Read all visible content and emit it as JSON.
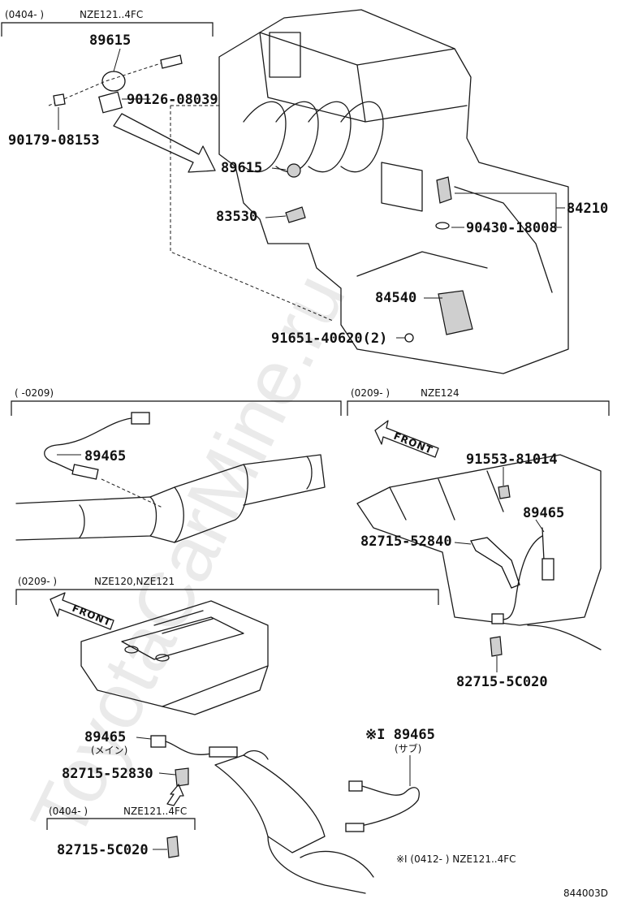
{
  "watermark": "ToyotaCarMine.ru",
  "drawing_code": "844003D",
  "sections": {
    "top": {
      "period": "(0404-      )",
      "models": "NZE121..4FC"
    },
    "mid_left": {
      "period": "(     -0209)"
    },
    "mid_right": {
      "period": "(0209-     )",
      "models": "NZE124"
    },
    "bottom": {
      "period": "(0209-     )",
      "models": "NZE120,NZE121"
    },
    "bottom_inner": {
      "period": "(0404-     )",
      "models": "NZE121..4FC"
    }
  },
  "front_label": "FRONT",
  "parts": {
    "p89615_a": "89615",
    "p90126": "90126-08039",
    "p90179": "90179-08153",
    "p89615_b": "89615",
    "p83530": "83530",
    "p84210": "84210",
    "p90430": "90430-18008",
    "p84540": "84540",
    "p91651": "91651-40620(2)",
    "p89465_midleft": "89465",
    "p91553": "91553-81014",
    "p89465_midright": "89465",
    "p82715_52840": "82715-52840",
    "p82715_5c020_right": "82715-5C020",
    "p89465_main": "89465",
    "main_note": "(メイン)",
    "p82715_52830": "82715-52830",
    "p82715_5c020_bottom": "82715-5C020",
    "p89465_sub": "※I 89465",
    "sub_note": "(サブ)"
  },
  "footnote": "※I (0412-     ) NZE121..4FC"
}
